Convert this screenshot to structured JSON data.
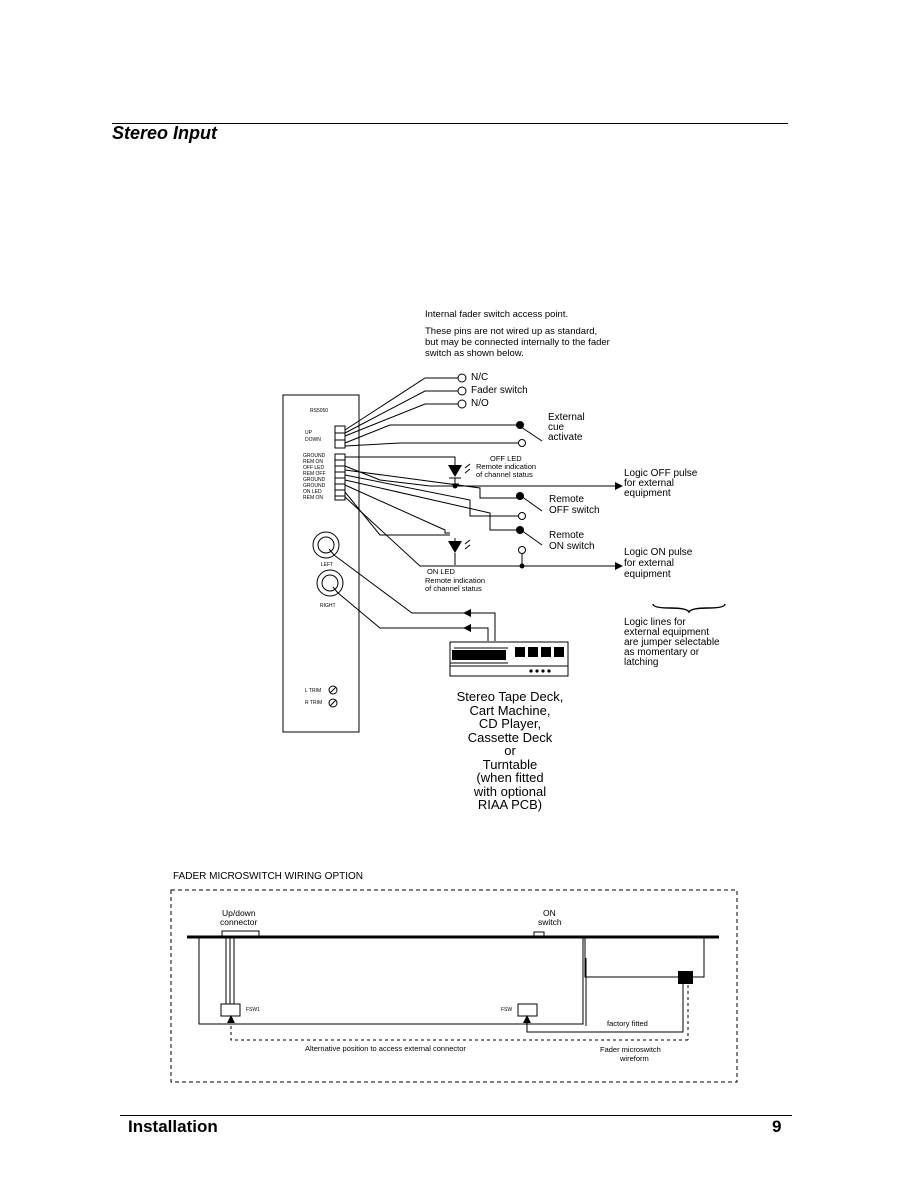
{
  "header": {
    "title": "Stereo Input"
  },
  "intro": {
    "line1": "Internal fader switch access point.",
    "line2": "These pins are not wired up as standard,",
    "line3": "but may be connected internally to the fader",
    "line4": "switch as shown below."
  },
  "module": {
    "model": "RS5050",
    "up": "UP",
    "down": "DOWN",
    "pins": [
      "GROUND",
      "REM ON",
      "OFF LED",
      "REM OFF",
      "GROUND",
      "GROUND",
      "ON LED",
      "REM ON"
    ],
    "left": "LEFT",
    "right": "RIGHT",
    "ltrim": "L TRIM",
    "rtrim": "R TRIM"
  },
  "diagram": {
    "nc": "N/C",
    "fader_switch": "Fader switch",
    "no": "N/O",
    "ext_cue_1": "External",
    "ext_cue_2": "cue",
    "ext_cue_3": "activate",
    "off_led": "OFF LED",
    "off_led_desc1": "Remote indication",
    "off_led_desc2": "of channel status",
    "logic_off_1": "Logic OFF pulse",
    "logic_off_2": "for external",
    "logic_off_3": "equipment",
    "remote_off_1": "Remote",
    "remote_off_2": "OFF switch",
    "remote_on_1": "Remote",
    "remote_on_2": "ON switch",
    "logic_on_1": "Logic ON pulse",
    "logic_on_2": "for external",
    "logic_on_3": "equipment",
    "on_led": "ON LED",
    "on_led_desc1": "Remote indication",
    "on_led_desc2": "of channel status",
    "logic_lines_1": "Logic lines for",
    "logic_lines_2": "external equipment",
    "logic_lines_3": "are jumper selectable",
    "logic_lines_4": "as momentary or",
    "logic_lines_5": "latching"
  },
  "devices": {
    "l1": "Stereo Tape Deck,",
    "l2": "Cart Machine,",
    "l3": "CD Player,",
    "l4": "Cassette Deck",
    "l5": "or",
    "l6": "Turntable",
    "l7": "(when fitted",
    "l8": "with optional",
    "l9": "RIAA PCB)"
  },
  "fader": {
    "heading": "FADER MICROSWITCH WIRING OPTION",
    "updown_1": "Up/down",
    "updown_2": "connector",
    "on_1": "ON",
    "on_2": "switch",
    "fsw1": "FSW1",
    "fsw": "FSW",
    "factory": "factory fitted",
    "alt": "Alternative position to access external connector",
    "micro_1": "Fader microswitch",
    "micro_2": "wireform"
  },
  "footer": {
    "section": "Installation",
    "page": "9"
  }
}
